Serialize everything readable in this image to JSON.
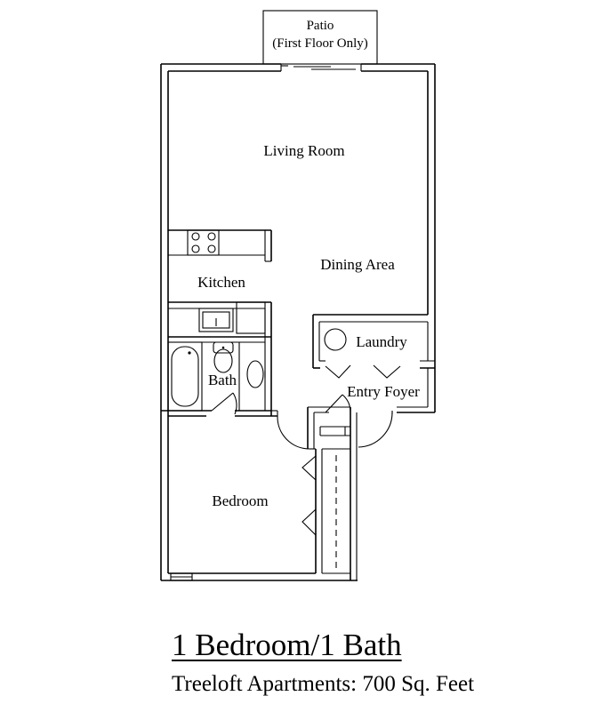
{
  "labels": {
    "patio_line1": "Patio",
    "patio_line2": "(First Floor Only)",
    "living_room": "Living Room",
    "dining_area": "Dining Area",
    "kitchen": "Kitchen",
    "laundry": "Laundry",
    "bath": "Bath",
    "entry_foyer": "Entry Foyer",
    "bedroom": "Bedroom"
  },
  "title": "1 Bedroom/1 Bath",
  "subtitle": "Treeloft Apartments: 700 Sq. Feet"
}
